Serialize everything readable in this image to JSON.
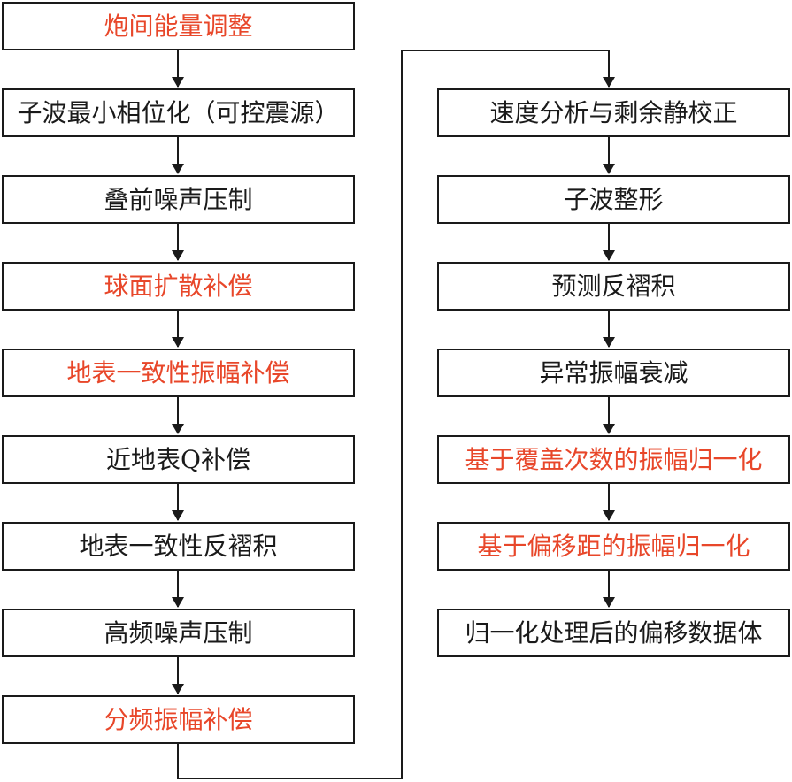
{
  "colors": {
    "highlight_text": "#e8472a",
    "normal_text": "#1a1a1a",
    "stroke": "#1a1a1a"
  },
  "left_column": [
    {
      "label": "炮间能量调整",
      "highlight": true
    },
    {
      "label": "子波最小相位化（可控震源）",
      "highlight": false
    },
    {
      "label": "叠前噪声压制",
      "highlight": false
    },
    {
      "label": "球面扩散补偿",
      "highlight": true
    },
    {
      "label": "地表一致性振幅补偿",
      "highlight": true
    },
    {
      "label": "近地表Q补偿",
      "highlight": false
    },
    {
      "label": "地表一致性反褶积",
      "highlight": false
    },
    {
      "label": "高频噪声压制",
      "highlight": false
    },
    {
      "label": "分频振幅补偿",
      "highlight": true
    }
  ],
  "right_column": [
    {
      "label": "速度分析与剩余静校正",
      "highlight": false
    },
    {
      "label": "子波整形",
      "highlight": false
    },
    {
      "label": "预测反褶积",
      "highlight": false
    },
    {
      "label": "异常振幅衰减",
      "highlight": false
    },
    {
      "label": "基于覆盖次数的振幅归一化",
      "highlight": true
    },
    {
      "label": "基于偏移距的振幅归一化",
      "highlight": true
    },
    {
      "label": "归一化处理后的偏移数据体",
      "highlight": false
    }
  ]
}
